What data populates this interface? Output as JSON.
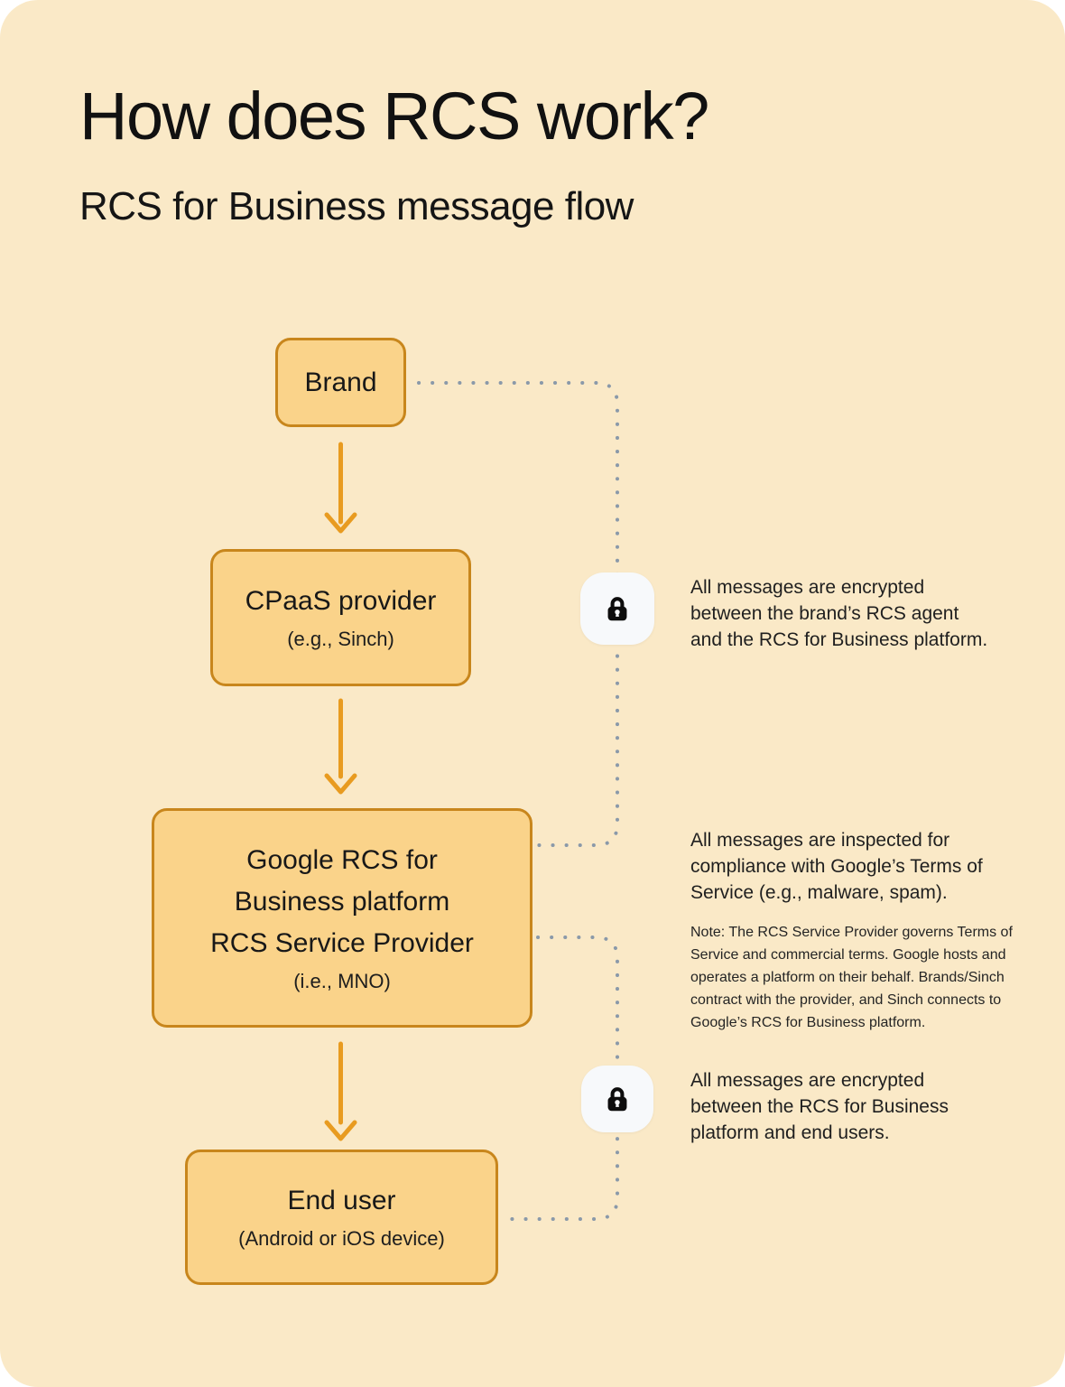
{
  "header": {
    "title": "How does RCS work?",
    "subtitle": "RCS for Business message flow"
  },
  "flow": {
    "nodes": [
      {
        "id": "brand",
        "label": "Brand",
        "sublabel": ""
      },
      {
        "id": "cpaas",
        "label": "CPaaS provider",
        "sublabel": "(e.g., Sinch)"
      },
      {
        "id": "google",
        "label": [
          "Google RCS for",
          "Business platform",
          "RCS Service Provider"
        ],
        "sublabel": "(i.e., MNO)"
      },
      {
        "id": "enduser",
        "label": "End user",
        "sublabel": "(Android or iOS device)"
      }
    ]
  },
  "annotations": [
    {
      "icon": "lock-icon",
      "text": [
        "All messages are encrypted",
        "between the brand’s RCS agent",
        "and the RCS for Business platform."
      ]
    },
    {
      "icon": "none",
      "text": [
        "All messages are inspected for",
        "compliance with Google’s Terms of",
        "Service (e.g., malware, spam)."
      ],
      "note": [
        "Note: The RCS Service Provider governs Terms of",
        "Service and commercial terms. Google hosts and",
        "operates a platform on their behalf. Brands/Sinch",
        "contract with the provider, and Sinch connects to",
        "Google’s RCS for Business platform."
      ]
    },
    {
      "icon": "lock-icon",
      "text": [
        "All messages are encrypted",
        "between the RCS for Business",
        "platform and end users."
      ]
    }
  ],
  "colors": {
    "canvas-bg": "#FAE9C7",
    "node-fill": "#FAD38A",
    "node-border": "#C8861C",
    "arrow": "#E89B20",
    "dots": "#8A99A9",
    "badge-bg": "#F7F9FB",
    "text": "#161616"
  }
}
